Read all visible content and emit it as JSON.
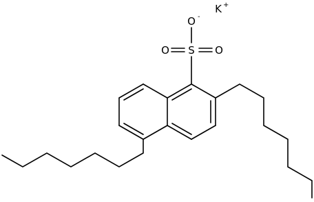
{
  "molecule": {
    "atoms": {
      "sulfur": "S",
      "oxygen_top": "O",
      "oxygen_top_charge": "-",
      "oxygen_left": "O",
      "oxygen_right": "O",
      "counterion": "K",
      "counterion_charge": "+"
    }
  }
}
